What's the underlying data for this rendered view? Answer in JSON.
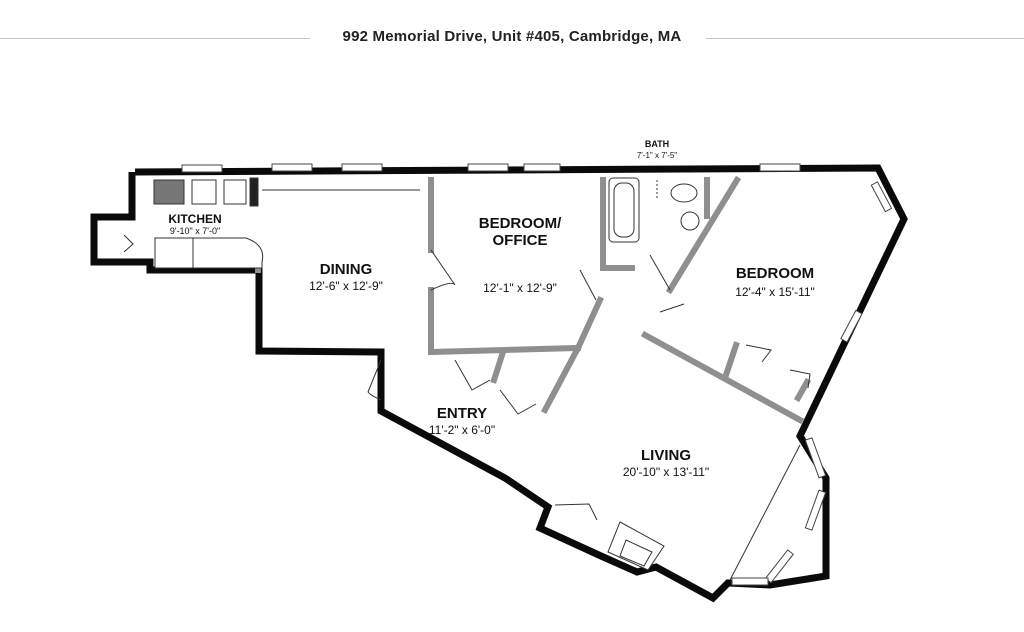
{
  "title": "992 Memorial Drive, Unit #405, Cambridge, MA",
  "colors": {
    "wall": "#0a0a0a",
    "interior_wall": "#8f8f8f",
    "line": "#333333",
    "title_rule": "#c8c8c8"
  },
  "rooms": {
    "kitchen": {
      "name": "KITCHEN",
      "dims": "9'-10\" x 7'-0\""
    },
    "dining": {
      "name": "DINING",
      "dims": "12'-6\" x 12'-9\""
    },
    "bedroom_office": {
      "name_line1": "BEDROOM/",
      "name_line2": "OFFICE",
      "dims": "12'-1\" x 12'-9\""
    },
    "bath": {
      "name": "BATH",
      "dims": "7'-1\" x 7'-5\""
    },
    "bedroom": {
      "name": "BEDROOM",
      "dims": "12'-4\" x 15'-11\""
    },
    "entry": {
      "name": "ENTRY",
      "dims": "11'-2\" x 6'-0\""
    },
    "living": {
      "name": "LIVING",
      "dims": "20'-10\" x 13'-11\""
    }
  }
}
